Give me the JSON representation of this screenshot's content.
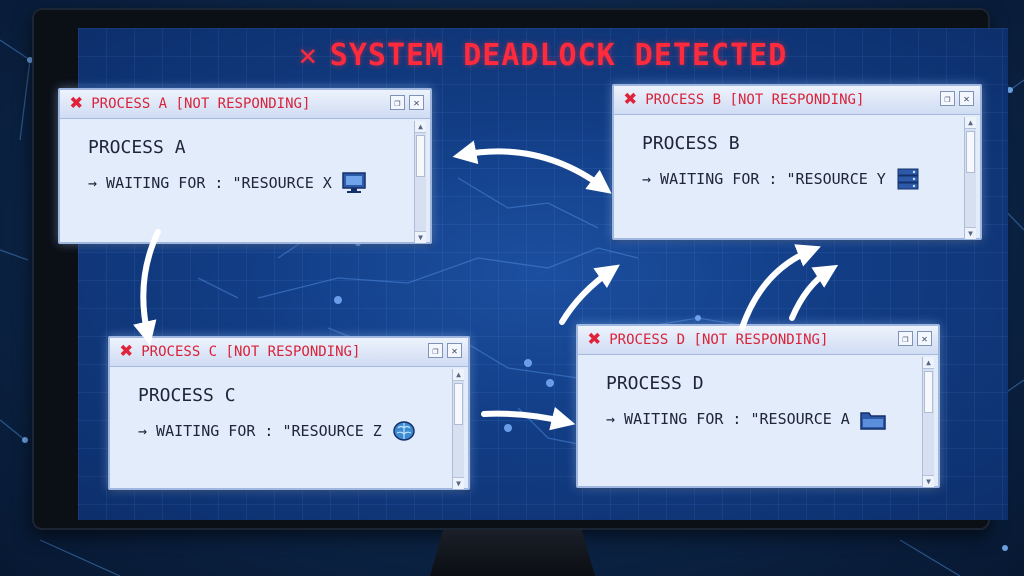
{
  "alert": {
    "icon": "close-x-icon",
    "title": "SYSTEM DEADLOCK DETECTED",
    "color": "#ff2b3d"
  },
  "windows": {
    "a": {
      "title": "PROCESS A [NOT RESPONDING]",
      "process": "PROCESS A",
      "waiting": "→ WAITING FOR : \"RESOURCE X",
      "resource_icon": "monitor-icon"
    },
    "b": {
      "title": "PROCESS B [NOT RESPONDING]",
      "process": "PROCESS B",
      "waiting": "→ WAITING FOR : \"RESOURCE Y",
      "resource_icon": "server-icon"
    },
    "c": {
      "title": "PROCESS C [NOT RESPONDING]",
      "process": "PROCESS C",
      "waiting": "→ WAITING FOR : \"RESOURCE Z",
      "resource_icon": "brain-icon"
    },
    "d": {
      "title": "PROCESS D [NOT RESPONDING]",
      "process": "PROCESS D",
      "waiting": "→ WAITING FOR : \"RESOURCE A",
      "resource_icon": "folder-icon"
    }
  },
  "titlebar_buttons": [
    "restore-icon",
    "close-icon"
  ],
  "colors": {
    "error_red": "#e0233a",
    "window_bg": "#e3ecfa",
    "screen_blue": "#1c4fa0",
    "arrow_white": "#ffffff"
  }
}
